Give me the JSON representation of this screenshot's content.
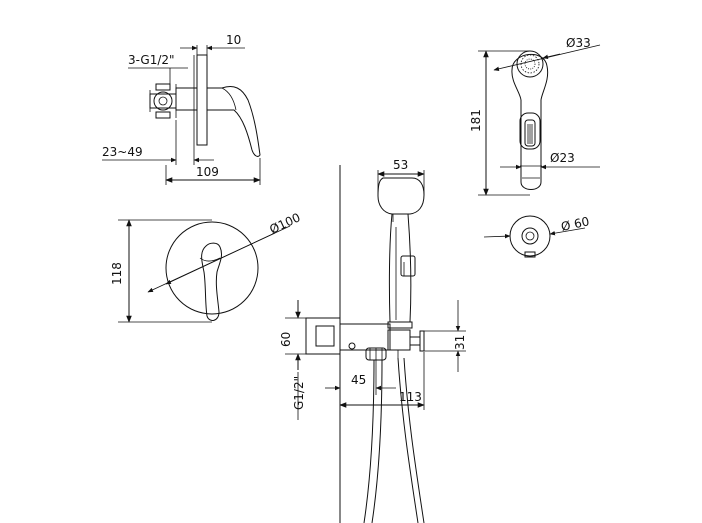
{
  "dimensions": {
    "top_view": {
      "thread": "3-G1/2\"",
      "plate_thickness": "10",
      "depth_range": "23~49",
      "total_depth": "109"
    },
    "front_view": {
      "plate_diameter": "Ø100",
      "plate_height": "118"
    },
    "side_assembly": {
      "holder_width": "53",
      "height": "60",
      "outlet_height": "31",
      "thread": "G1/2\"",
      "offset": "45",
      "reach": "113"
    },
    "spray_head": {
      "head_diameter": "Ø33",
      "length": "181",
      "handle_diameter": "Ø23"
    },
    "wall_outlet": {
      "diameter": "Ø 60"
    }
  }
}
